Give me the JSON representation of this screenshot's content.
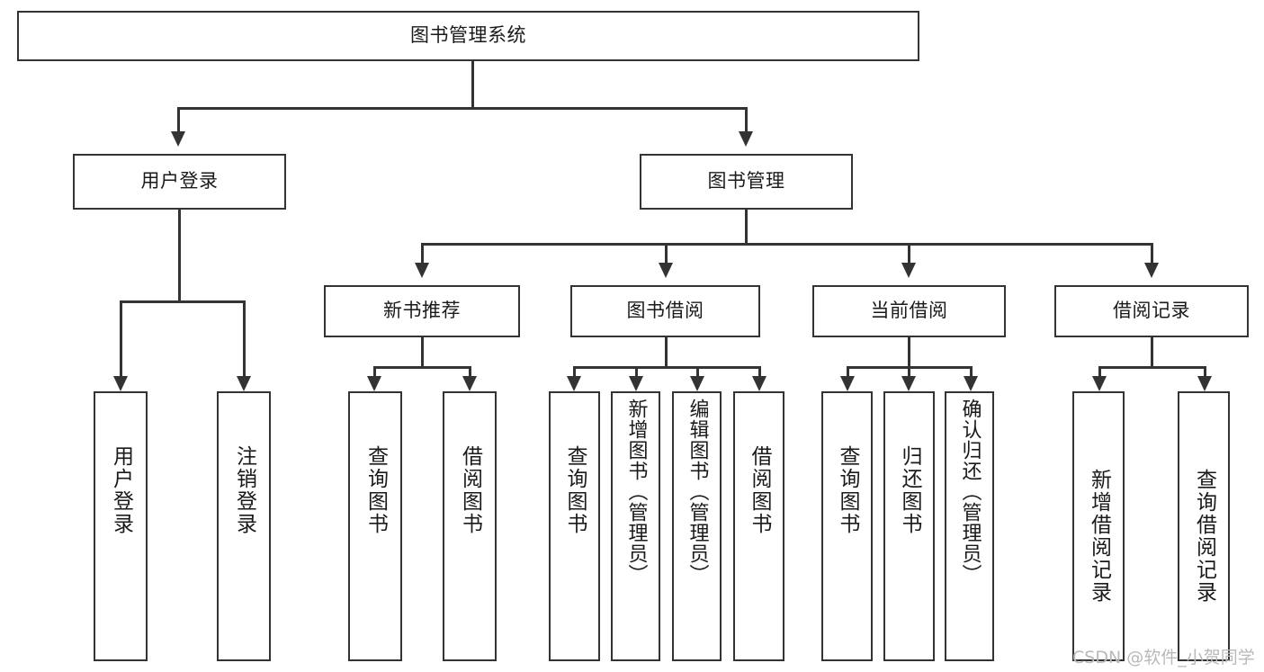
{
  "diagram": {
    "title": "图书管理系统",
    "type": "功能结构图",
    "watermark": "CSDN @软件_小贺同学",
    "colors": {
      "stroke": "#333333",
      "fill": "#ffffff",
      "text": "#1a1a1a",
      "watermark": "#b9b9b9"
    },
    "nodes": {
      "root": "图书管理系统",
      "level1": {
        "user_login": "用户登录",
        "book_manage": "图书管理"
      },
      "level2": {
        "new_book_recommend": "新书推荐",
        "book_borrow": "图书借阅",
        "current_borrow": "当前借阅",
        "borrow_record": "借阅记录"
      },
      "leaves": {
        "user_login_1": "用户登录",
        "user_login_2": "注销登录",
        "new_book_1": "查询图书",
        "new_book_2": "借阅图书",
        "borrow_1": "查询图书",
        "borrow_2": "新增图书（管理员）",
        "borrow_3": "编辑图书（管理员）",
        "borrow_4": "借阅图书",
        "current_1": "查询图书",
        "current_2": "归还图书",
        "current_3": "确认归还（管理员）",
        "record_1": "新增借阅记录",
        "record_2": "查询借阅记录"
      }
    }
  }
}
